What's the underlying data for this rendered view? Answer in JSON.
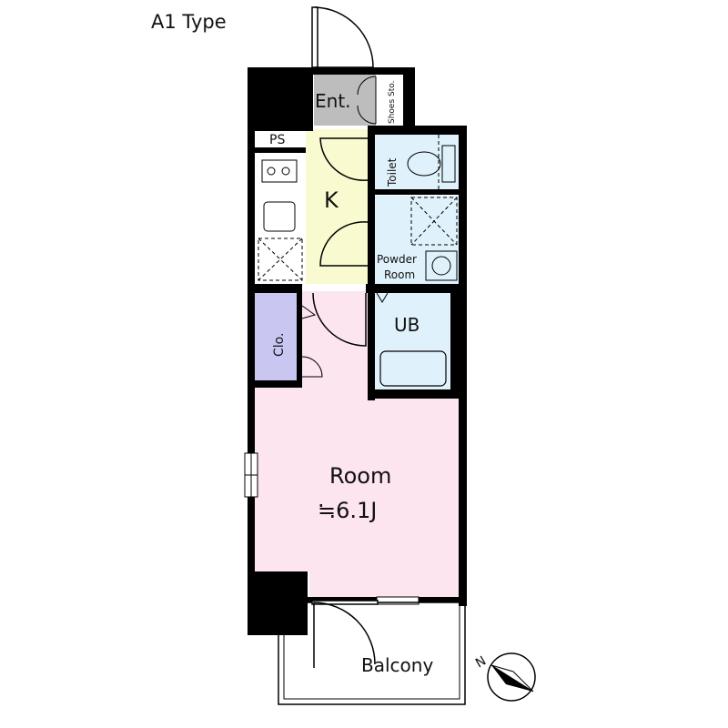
{
  "title": "A1 Type",
  "rooms": {
    "entrance": "Ent.",
    "shoes_storage": "Shoes Sto.",
    "pipe_space": "PS",
    "kitchen": "K",
    "toilet": "Toilet",
    "powder_room_line1": "Powder",
    "powder_room_line2": "Room",
    "unit_bath": "UB",
    "closet": "Clo.",
    "room": "Room",
    "room_size": "≒6.1J",
    "balcony": "Balcony"
  },
  "compass": {
    "label": "N"
  },
  "colors": {
    "wall": "#000000",
    "entrance_floor": "#bdbdbd",
    "kitchen_floor": "#fafad0",
    "wet_area_floor": "#dff1fb",
    "closet_floor": "#c9c6f2",
    "room_floor": "#fde5ef",
    "balcony_floor": "#ffffff"
  }
}
